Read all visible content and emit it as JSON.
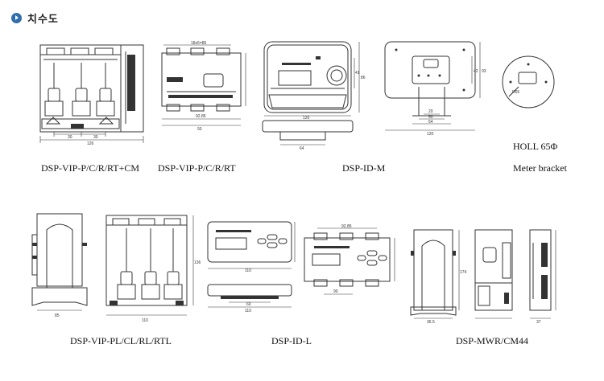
{
  "header": {
    "title": "치수도",
    "bullet_icon": "circle-arrow-icon"
  },
  "captions": {
    "vip_cm": "DSP-VIP-P/C/R/RT+CM",
    "vip": "DSP-VIP-P/C/R/RT",
    "id_m": "DSP-ID-M",
    "holl": "HOLL 65Φ",
    "bracket": "Meter bracket",
    "vip_pl": "DSP-VIP-PL/CL/RL/RTL",
    "id_l": "DSP-ID-L",
    "mwr": "DSP-MWR/CM44"
  },
  "dims": {
    "vip_cm_w1": "30",
    "vip_cm_w2": "30",
    "vip_cm_total": "126",
    "vip_top": "18x5=85",
    "vip_mid": "92.85",
    "vip_bottom": "93",
    "id_m_w": "120",
    "id_m_depth": "64",
    "id_m_h": "86",
    "id_m_h2": "41",
    "bracket_w1": "20",
    "bracket_w2": "50",
    "bracket_w3": "64",
    "bracket_w4": "120",
    "bracket_h": "42",
    "bracket_h2": "93",
    "holl_r": "R65",
    "pl_w": "110",
    "pl_h": "136",
    "pl_side": "85",
    "id_l_w": "110",
    "id_l_w2": "60",
    "id_l_w3": "110",
    "id_l_top": "92.85",
    "id_l_bottom": "90",
    "mwr_side": "36.5",
    "mwr_h": "174",
    "mwr_side2": "37"
  }
}
